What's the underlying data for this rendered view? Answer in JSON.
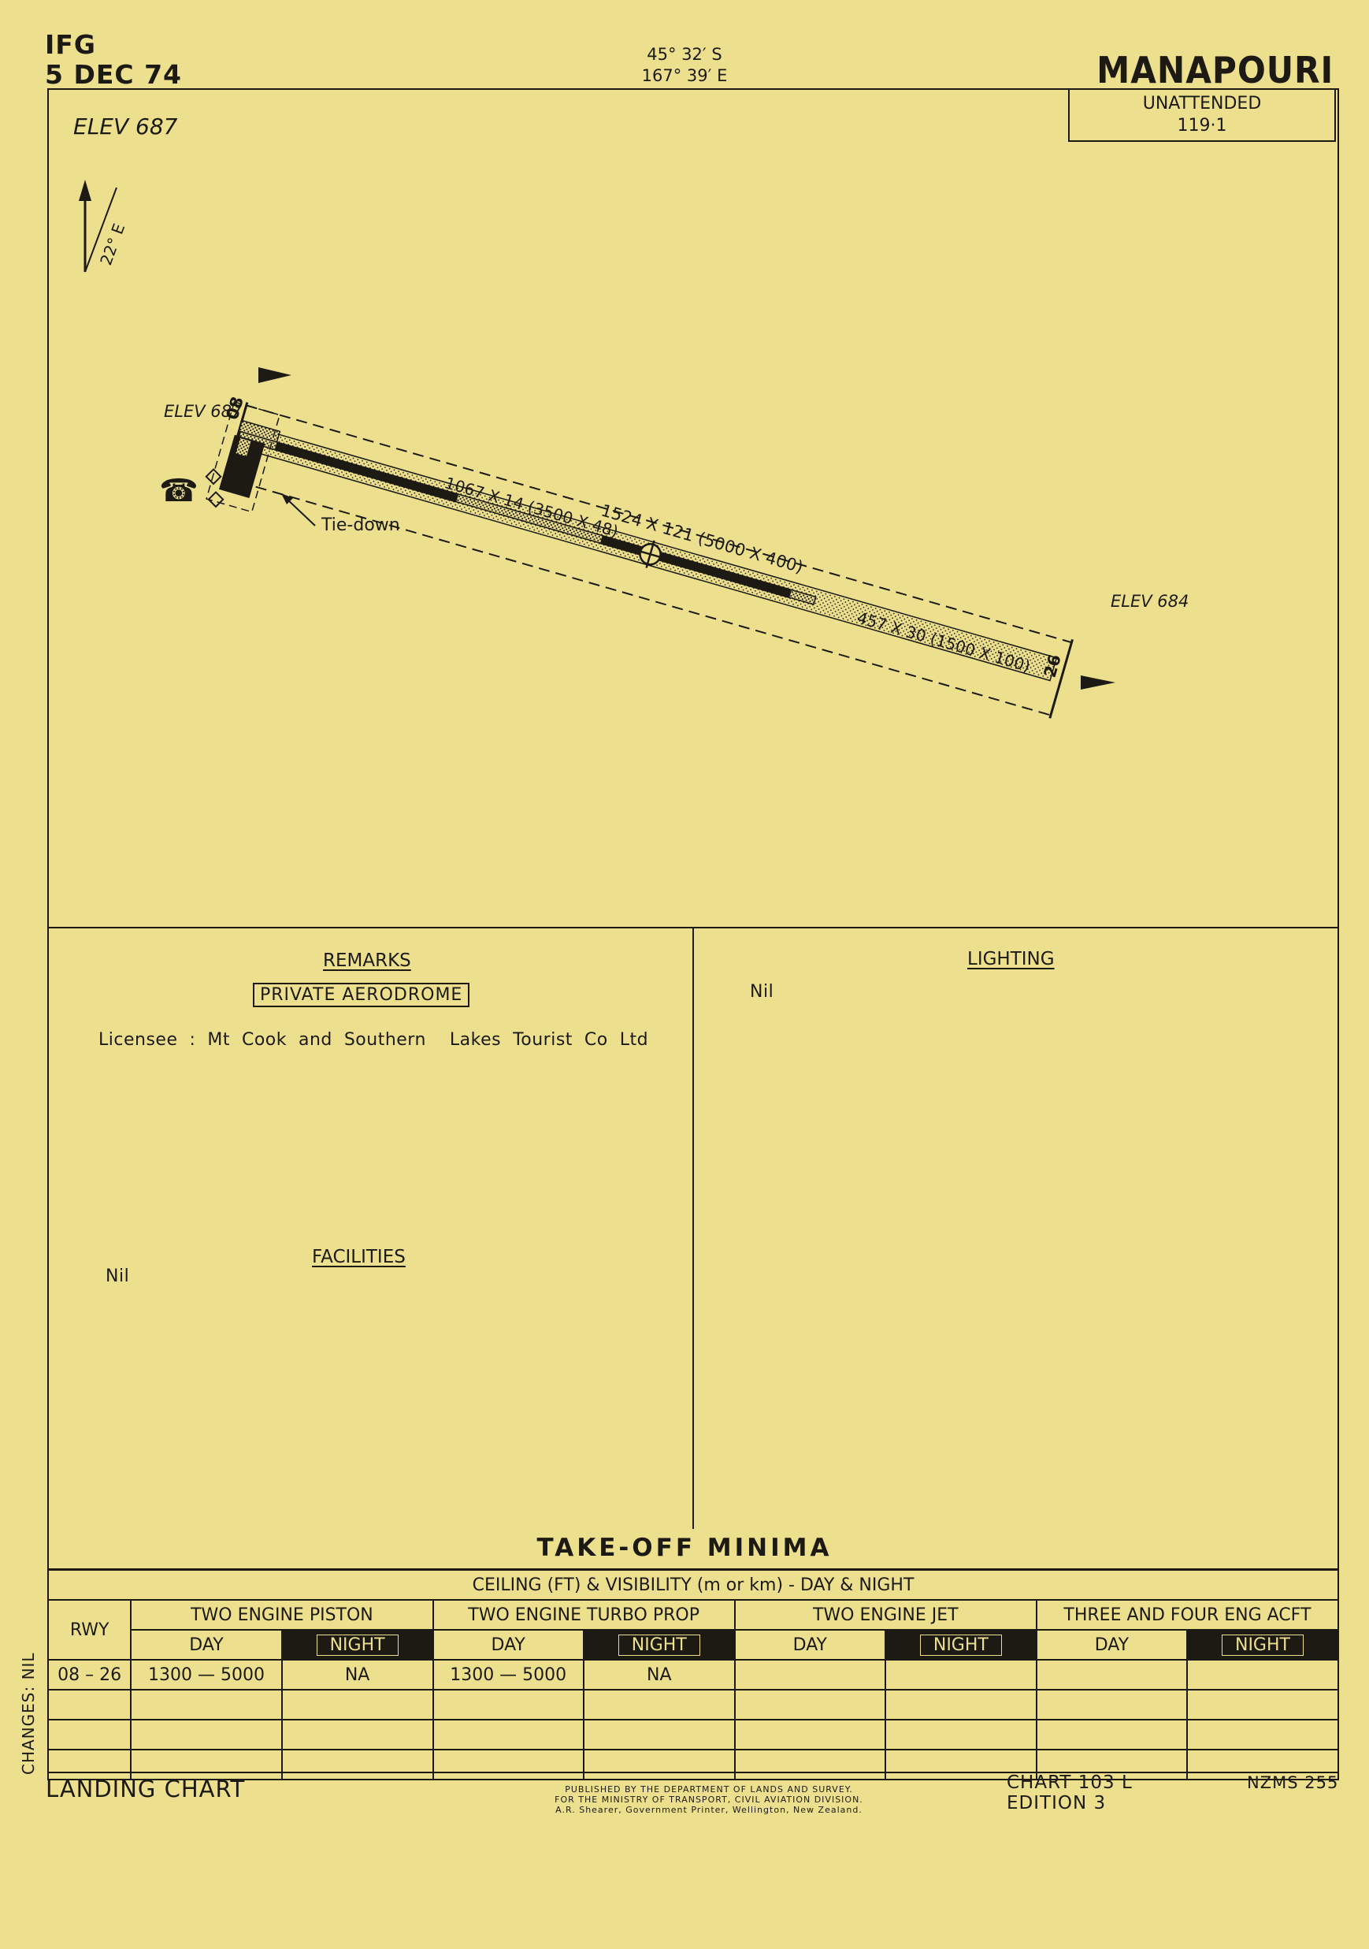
{
  "header": {
    "series": "IFG",
    "date": "5 DEC 74",
    "lat": "45° 32′ S",
    "lon": "167° 39′ E",
    "aerodrome": "MANAPOURI",
    "status": "UNATTENDED",
    "frequency": "119·1"
  },
  "diagram": {
    "elevation": "ELEV 687",
    "north_variation": "22° E",
    "threshold_west_elev": "ELEV 687",
    "threshold_east_elev": "ELEV 684",
    "rwy_west": "08",
    "rwy_east": "26",
    "strip_dims": "1524 X 121  (5000 X 400)",
    "sealed_dims": "1067 X 14  (3500 X 48)",
    "grass_dims": "457 X 30  (1500 X 100)",
    "tiedown": "Tie-down",
    "phone_icon": "telephone-icon",
    "colors": {
      "paper": "#ece08f",
      "ink": "#1d1a14"
    }
  },
  "remarks": {
    "title": "REMARKS",
    "private": "PRIVATE AERODROME",
    "licensee": "Licensee  :  Mt  Cook  and  Southern    Lakes  Tourist  Co  Ltd"
  },
  "lighting": {
    "title": "LIGHTING",
    "value": "Nil"
  },
  "facilities": {
    "title": "FACILITIES",
    "value": "Nil"
  },
  "minima": {
    "title": "TAKE-OFF  MINIMA",
    "subtitle": "CEILING (FT) & VISIBILITY (m or km)   - DAY & NIGHT",
    "rwy_header": "RWY",
    "groups": [
      "TWO ENGINE PISTON",
      "TWO ENGINE TURBO PROP",
      "TWO ENGINE JET",
      "THREE AND FOUR ENG ACFT"
    ],
    "day": "DAY",
    "night": "NIGHT",
    "rows": [
      {
        "rwy": "08 – 26",
        "piston_day": "1300 — 5000",
        "piston_night": "NA",
        "turbo_day": "1300 — 5000",
        "turbo_night": "NA"
      }
    ]
  },
  "footer": {
    "changes": "CHANGES: NIL",
    "chart_type": "LANDING  CHART",
    "publisher_1": "PUBLISHED BY THE DEPARTMENT OF LANDS AND SURVEY.",
    "publisher_2": "FOR THE MINISTRY OF TRANSPORT, CIVIL AVIATION DIVISION.",
    "publisher_3": "A.R. Shearer,  Government Printer,  Wellington,  New Zealand.",
    "chart_no": "CHART 103 L",
    "edition": "EDITION 3",
    "series_code": "NZMS 255"
  }
}
